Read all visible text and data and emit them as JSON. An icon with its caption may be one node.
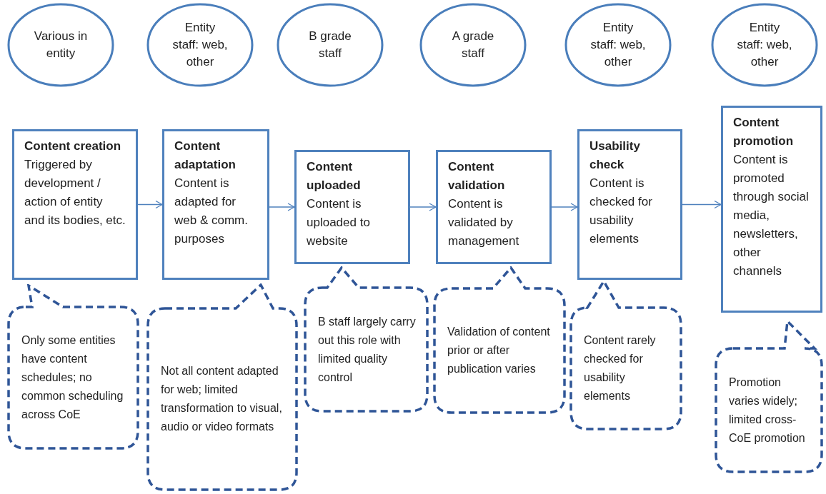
{
  "diagram": {
    "nodes": [
      {
        "text": [
          "Various in entity"
        ]
      },
      {
        "text": [
          "Entity staff: web, other"
        ]
      },
      {
        "text": [
          "B grade staff"
        ]
      },
      {
        "text": [
          "A grade staff"
        ]
      },
      {
        "text": [
          "Entity staff: web, other"
        ]
      },
      {
        "text": [
          "Entity staff: web, other"
        ]
      },
      {
        "text": [
          "Content creation",
          "Triggered by development / action of entity and its bodies, etc."
        ]
      },
      {
        "text": [
          "Content adaptation",
          "Content is adapted for web & comm. purposes"
        ]
      },
      {
        "text": [
          "Content uploaded",
          "Content is uploaded to website"
        ]
      },
      {
        "text": [
          "Content validation",
          "Content is validated by management"
        ]
      },
      {
        "text": [
          "Usability check",
          "Content is checked for usability elements"
        ]
      },
      {
        "text": [
          "Content promotion",
          "Content is promoted through social media, newsletters, other channels"
        ]
      },
      {
        "text": [
          "Only some entities have content schedules; no common scheduling across CoE"
        ]
      },
      {
        "text": [
          "Not all content adapted for web; limited transformation to visual, audio or video formats"
        ]
      },
      {
        "text": [
          "B staff largely carry out this role with limited quality control"
        ]
      },
      {
        "text": [
          "Validation of content prior or after publication varies"
        ]
      },
      {
        "text": [
          "Content rarely checked for usability elements"
        ]
      },
      {
        "text": [
          "Promotion varies widely; limited cross-CoE promotion"
        ]
      }
    ],
    "edges": [
      {
        "from": 6,
        "to": 7,
        "arrow": "to"
      },
      {
        "from": 7,
        "to": 8,
        "arrow": "to"
      },
      {
        "from": 8,
        "to": 9,
        "arrow": "to"
      },
      {
        "from": 9,
        "to": 10,
        "arrow": "to"
      },
      {
        "from": 10,
        "to": 11,
        "arrow": "to"
      }
    ]
  }
}
